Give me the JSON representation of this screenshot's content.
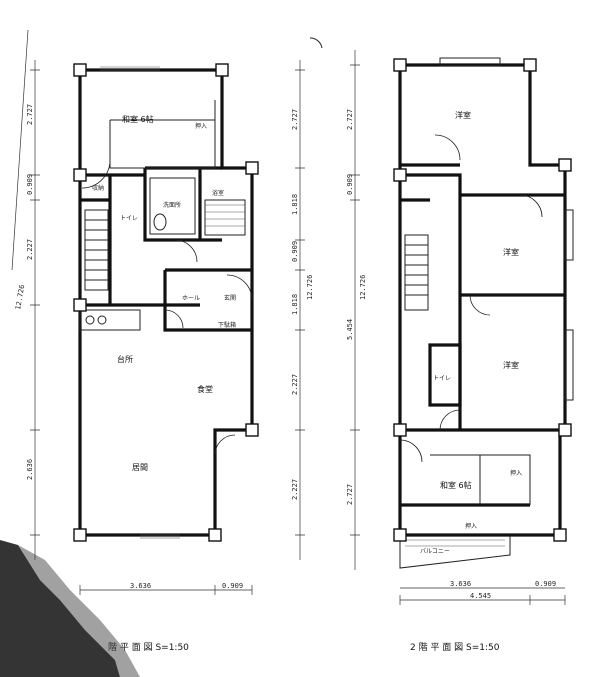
{
  "floor1": {
    "title": "階 平 面 図 S=1:50",
    "rooms": {
      "washitsu": "和室 6帖",
      "oshiire": "押入",
      "toilet": "トイレ",
      "senmen": "洗面所",
      "yokushitsu": "浴室",
      "hall": "ホール",
      "genkan": "玄関",
      "gekabako": "下駄箱",
      "daidokoro": "台所",
      "shokudo": "食堂",
      "ima": "居間",
      "shuno": "収納"
    },
    "dims": {
      "total_v": "12.726",
      "d1": "2.727",
      "d2": "0.909",
      "d3": "2.227",
      "d4": "1.818",
      "d5": "0.909",
      "d6": "1.818",
      "d7": "2.227",
      "d8": "2.227",
      "left1": "2.727",
      "left2": "0.909",
      "left3": "2.227",
      "left4": "12.726",
      "left5": "2.636",
      "bottom1": "3.636",
      "bottom2": "0.909"
    }
  },
  "floor2": {
    "title": "2 階 平 面 図 S=1:50",
    "rooms": {
      "yoshitsu1": "洋室",
      "yoshitsu2": "洋室",
      "yoshitsu3": "洋室",
      "washitsu": "和室 6帖",
      "oshiire": "押入",
      "balcony": "バルコニー",
      "toilet": "トイレ"
    },
    "dims": {
      "d1": "2.727",
      "d2": "0.909",
      "d3": "12.726",
      "d4": "5.454",
      "d5": "2.727",
      "bottom1": "3.636",
      "bottom2": "0.909",
      "bottom3": "4.545"
    }
  },
  "colors": {
    "ink": "#111111",
    "paper": "#ffffff"
  }
}
